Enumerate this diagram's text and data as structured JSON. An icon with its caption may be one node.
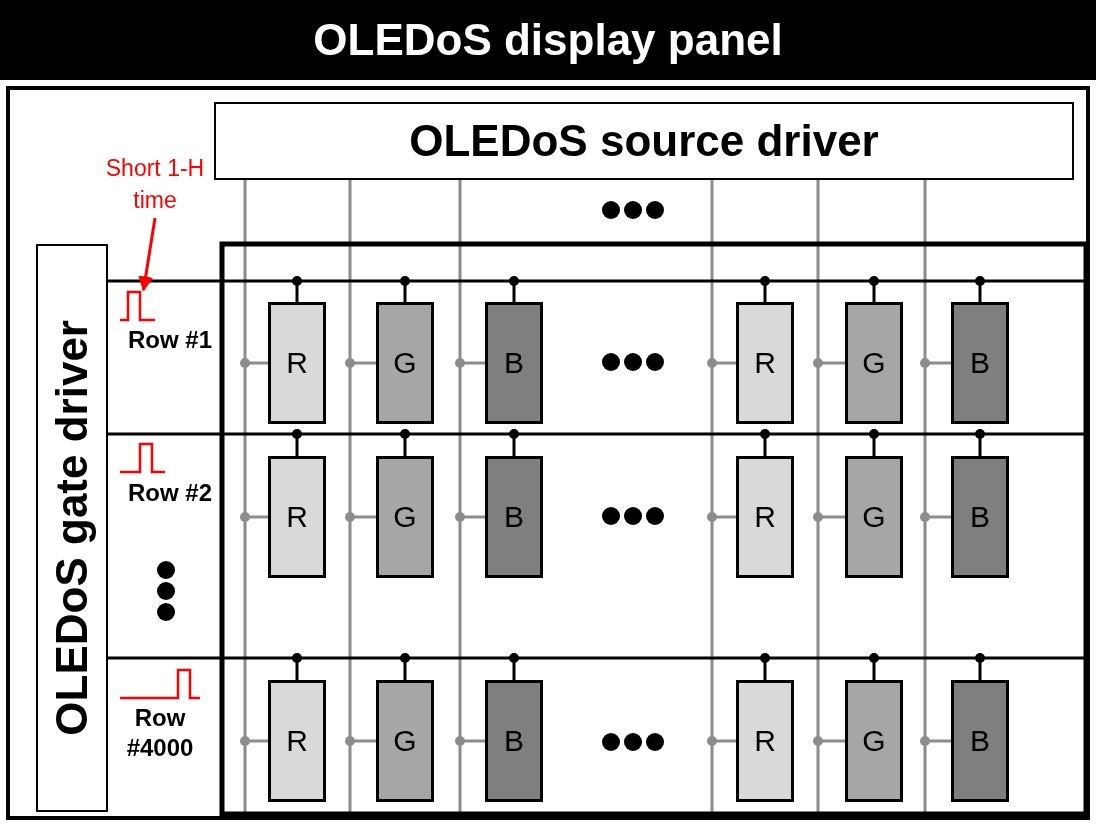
{
  "diagram": {
    "title": "OLEDoS display panel",
    "nodes": [
      {
        "text": [
          "OLEDoS source driver"
        ]
      },
      {
        "text": [
          "OLEDoS gate driver"
        ]
      },
      {
        "text": [
          "Short 1-H time"
        ]
      },
      {
        "text": [
          "R"
        ]
      },
      {
        "text": [
          "G"
        ]
      },
      {
        "text": [
          "B"
        ]
      },
      {
        "text": [
          "R"
        ]
      },
      {
        "text": [
          "G"
        ]
      },
      {
        "text": [
          "B"
        ]
      },
      {
        "text": [
          "R"
        ]
      },
      {
        "text": [
          "G"
        ]
      },
      {
        "text": [
          "B"
        ]
      },
      {
        "text": [
          "R"
        ]
      },
      {
        "text": [
          "G"
        ]
      },
      {
        "text": [
          "B"
        ]
      },
      {
        "text": [
          "R"
        ]
      },
      {
        "text": [
          "G"
        ]
      },
      {
        "text": [
          "B"
        ]
      },
      {
        "text": [
          "R"
        ]
      },
      {
        "text": [
          "G"
        ]
      },
      {
        "text": [
          "B"
        ]
      },
      {
        "text": [],
        "shape": "picture"
      },
      {
        "text": [],
        "shape": "picture"
      },
      {
        "text": [],
        "shape": "picture"
      }
    ],
    "edges": [
      {
        "from": 2,
        "to": 21,
        "arrow": "to",
        "color": "#ff0000"
      }
    ],
    "labels": [
      "Row #1",
      "Row #2",
      "Row #4000"
    ]
  }
}
